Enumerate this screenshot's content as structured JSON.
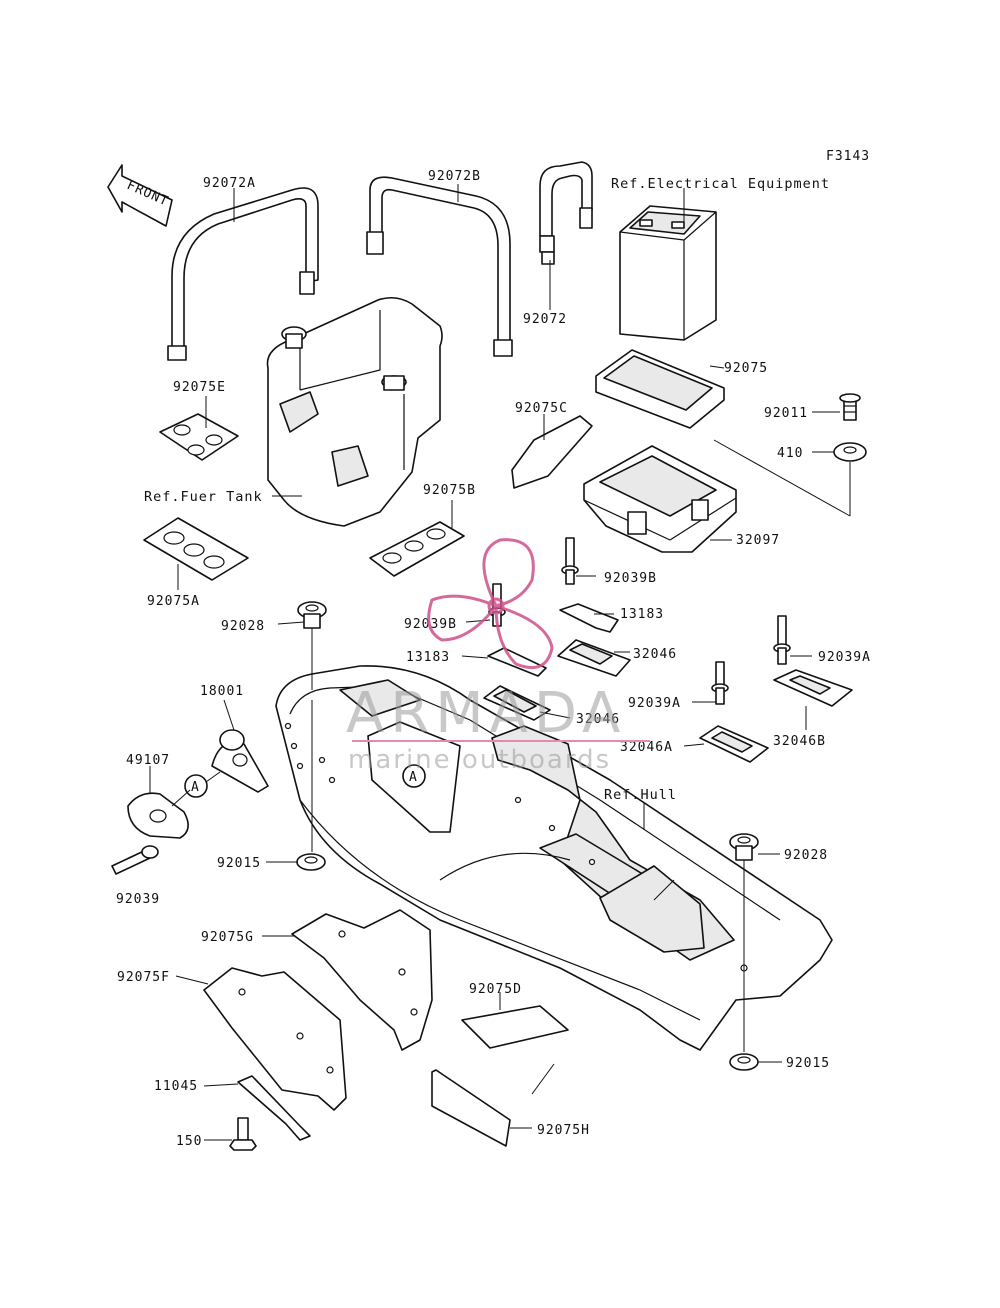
{
  "figure_code": "F3143",
  "front_label": "FRONT",
  "callout_letter": "A",
  "watermark": {
    "brand": "ARMADA",
    "tagline": "marine outboards",
    "propeller_color": "#d0508a",
    "rule_color": "#e48ab0"
  },
  "labels": {
    "p92072A": "92072A",
    "p92072B": "92072B",
    "p92072": "92072",
    "ref_electrical": "Ref.Electrical Equipment",
    "p92075": "92075",
    "p92075E": "92075E",
    "p92075C": "92075C",
    "p92011": "92011",
    "p410": "410",
    "ref_fuel_tank": "Ref.Fuer Tank",
    "p92075B": "92075B",
    "p32097": "32097",
    "p92075A": "92075A",
    "p92039B_1": "92039B",
    "p92039B_2": "92039B",
    "p13183_1": "13183",
    "p13183_2": "13183",
    "p92028_1": "92028",
    "p32046_1": "32046",
    "p32046_2": "32046",
    "p92039A_1": "92039A",
    "p92039A_2": "92039A",
    "p32046A": "32046A",
    "p32046B": "32046B",
    "p18001": "18001",
    "p49107": "49107",
    "ref_hull": "Ref.Hull",
    "p92015_1": "92015",
    "p92028_2": "92028",
    "p92039": "92039",
    "p92075G": "92075G",
    "p92075F": "92075F",
    "p92075D": "92075D",
    "p92015_2": "92015",
    "p11045": "11045",
    "p150": "150",
    "p92075H": "92075H"
  }
}
